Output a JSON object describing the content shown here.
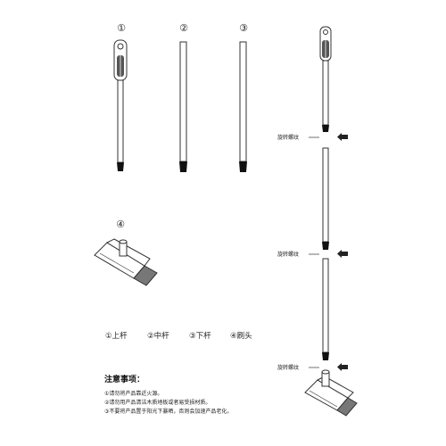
{
  "parts": [
    {
      "number": "①",
      "name": "上杆"
    },
    {
      "number": "②",
      "name": "中杆"
    },
    {
      "number": "③",
      "name": "下杆"
    },
    {
      "number": "④",
      "name": "刷头"
    }
  ],
  "callout_label": "旋转螺纹",
  "notes": {
    "title": "注意事项：",
    "lines": [
      "①请勿将产品靠近火源。",
      "②请勿用产品清洁木质地板或者易受损材质。",
      "③不要将产品置于阳光下暴晒，否则会加速产品老化。"
    ]
  },
  "colors": {
    "stroke": "#333333",
    "grip": "#555555",
    "tip": "#111111",
    "arrow": "#222222",
    "bristle": "#777777"
  }
}
